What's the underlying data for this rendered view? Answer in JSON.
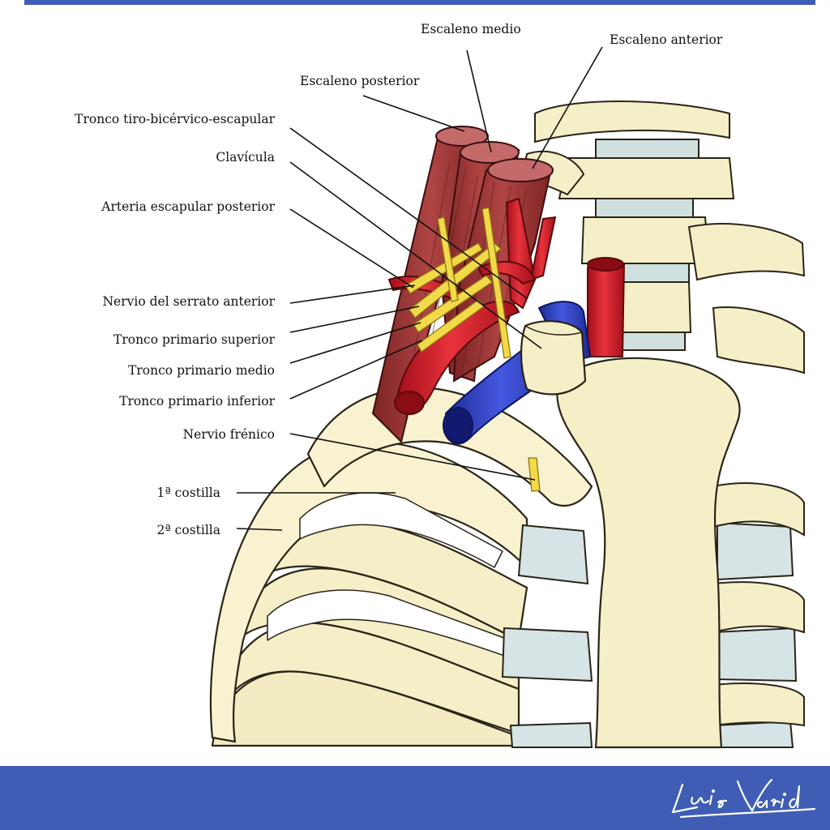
{
  "colors": {
    "brand_blue": "#3f5db4",
    "bone": "#f5efc8",
    "bone_shadow": "#c9bd8a",
    "cartilage": "#d6e4e6",
    "muscle": "#a33a3a",
    "artery": "#d31c2a",
    "vein": "#2d3fc2",
    "nerve": "#f2d94a"
  },
  "labels": {
    "escaleno_medio": "Escaleno medio",
    "escaleno_anterior": "Escaleno anterior",
    "escaleno_posterior": "Escaleno posterior",
    "tronco_tiro": "Tronco tiro-bicérvico-escapular",
    "clavicula": "Clavícula",
    "arteria_escapular": "Arteria escapular posterior",
    "nervio_serrato": "Nervio del serrato anterior",
    "tronco_superior": "Tronco primario superior",
    "tronco_medio": "Tronco primario medio",
    "tronco_inferior": "Tronco primario inferior",
    "nervio_frenico": "Nervio frénico",
    "costilla_1": "1ª costilla",
    "costilla_2": "2ª costilla"
  },
  "signature": {
    "icon": "signature-luis-david"
  }
}
